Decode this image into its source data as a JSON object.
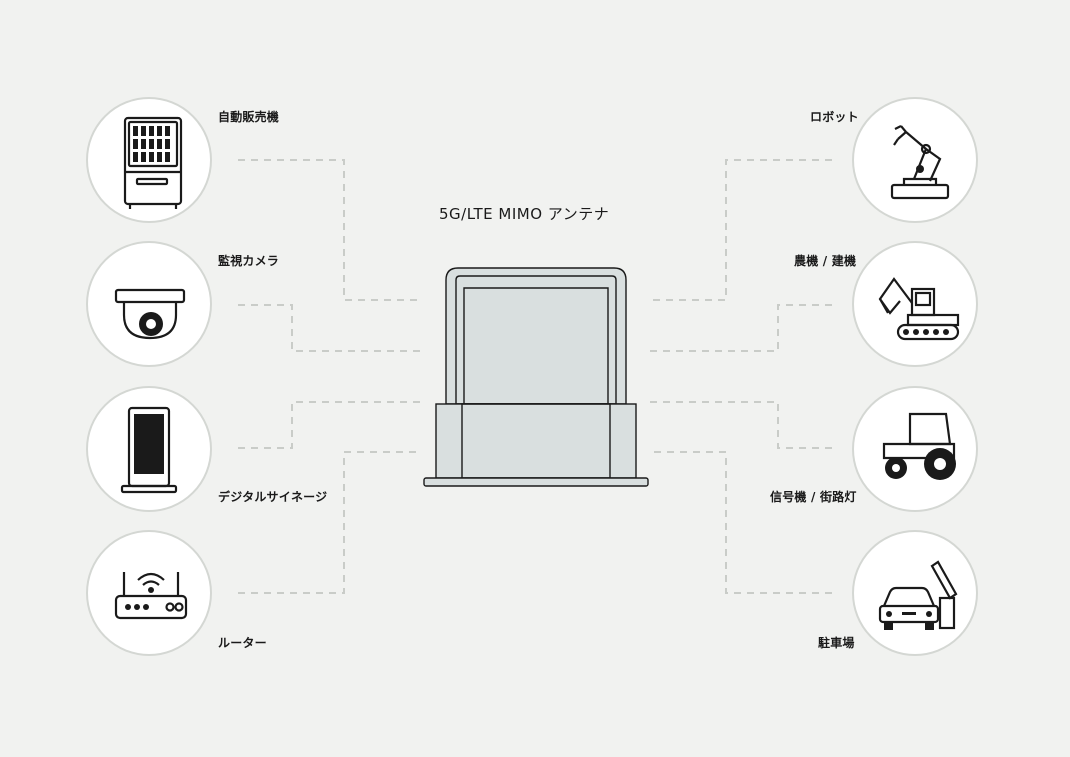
{
  "title": "5G/LTE MIMO アンテナ",
  "left_items": [
    {
      "label": "自動販売機",
      "icon": "vending-machine-icon"
    },
    {
      "label": "監視カメラ",
      "icon": "security-camera-icon"
    },
    {
      "label": "デジタルサイネージ",
      "icon": "digital-signage-icon"
    },
    {
      "label": "ルーター",
      "icon": "router-icon"
    }
  ],
  "right_items": [
    {
      "label": "ロボット",
      "icon": "robot-arm-icon"
    },
    {
      "label": "農機 / 建機",
      "icon": "excavator-icon"
    },
    {
      "label": "信号機 / 街路灯",
      "icon": "tractor-icon"
    },
    {
      "label": "駐車場",
      "icon": "parking-gate-icon"
    }
  ],
  "colors": {
    "background": "#f1f2f0",
    "circle_border": "#d4d7d3",
    "dashed_line": "#c9ccc8",
    "antenna_fill": "#d9dfdf",
    "ink": "#1a1a1a"
  }
}
